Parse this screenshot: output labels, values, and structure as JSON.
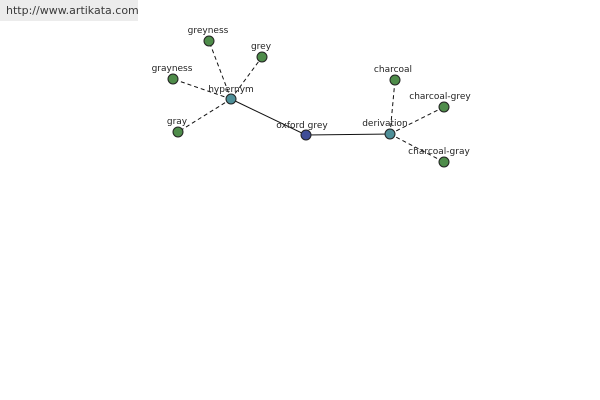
{
  "source": {
    "url": "http://www.artikata.com"
  },
  "colors": {
    "leaf": "#4e8c4a",
    "relation": "#4e8f98",
    "center": "#3f4d96",
    "banner": "#ececec"
  },
  "graph": {
    "center": {
      "label": "oxford grey"
    },
    "relations": [
      {
        "label": "hypernym",
        "targets": [
          {
            "label": "greyness"
          },
          {
            "label": "grey"
          },
          {
            "label": "grayness"
          },
          {
            "label": "gray"
          }
        ]
      },
      {
        "label": "derivation",
        "targets": [
          {
            "label": "charcoal"
          },
          {
            "label": "charcoal-grey"
          },
          {
            "label": "charcoal-gray"
          }
        ]
      }
    ]
  }
}
